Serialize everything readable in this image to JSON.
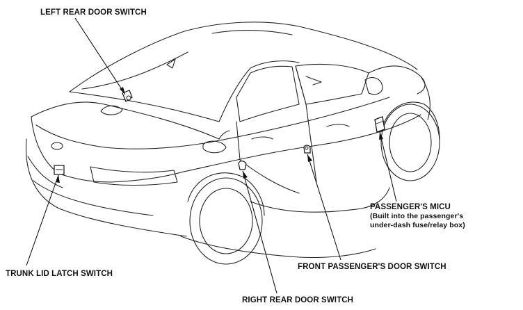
{
  "labels": {
    "left_rear": "LEFT REAR DOOR SWITCH",
    "trunk": "TRUNK LID LATCH SWITCH",
    "right_rear": "RIGHT REAR DOOR SWITCH",
    "front_pass": "FRONT PASSENGER'S DOOR SWITCH",
    "micu_title": "PASSENGER'S MICU",
    "micu_sub1": "(Built into the passenger's",
    "micu_sub2": "under-dash fuse/relay box)"
  }
}
